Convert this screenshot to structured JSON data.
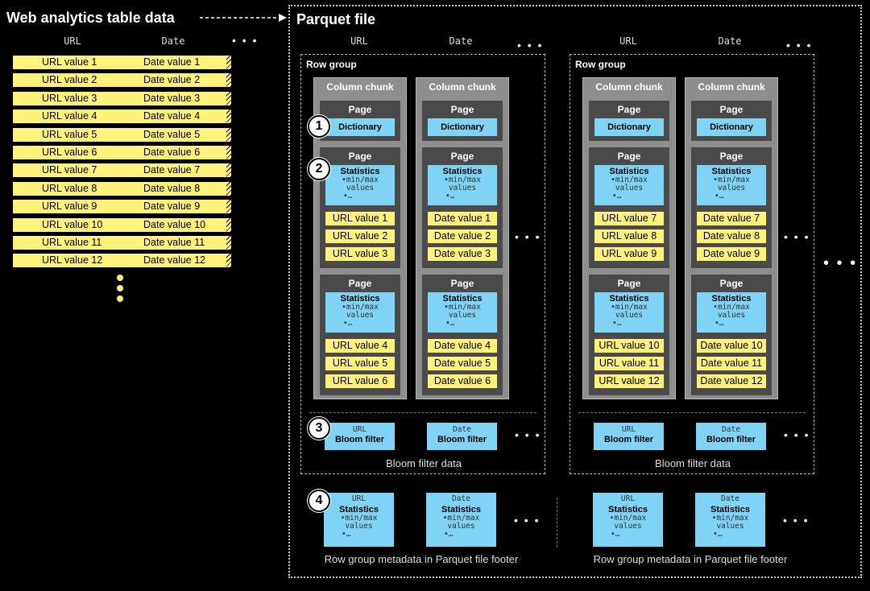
{
  "left": {
    "title": "Web analytics table data",
    "col_url": "URL",
    "col_date": "Date",
    "more": "• • •",
    "rows": [
      {
        "url": "URL value 1",
        "date": "Date value 1"
      },
      {
        "url": "URL value 2",
        "date": "Date value 2"
      },
      {
        "url": "URL value 3",
        "date": "Date value 3"
      },
      {
        "url": "URL value 4",
        "date": "Date value 4"
      },
      {
        "url": "URL value 5",
        "date": "Date value 5"
      },
      {
        "url": "URL value 6",
        "date": "Date value 6"
      },
      {
        "url": "URL value 7",
        "date": "Date value 7"
      },
      {
        "url": "URL value 8",
        "date": "Date value 8"
      },
      {
        "url": "URL value 9",
        "date": "Date value 9"
      },
      {
        "url": "URL value 10",
        "date": "Date value 10"
      },
      {
        "url": "URL value 11",
        "date": "Date value 11"
      },
      {
        "url": "URL value 12",
        "date": "Date value 12"
      }
    ]
  },
  "parquet": {
    "title": "Parquet file",
    "row_group_label": "Row group",
    "column_chunk_label": "Column chunk",
    "page_label": "Page",
    "dictionary_label": "Dictionary",
    "statistics_label": "Statistics",
    "minmax_label": "•min/max",
    "values_label": "values",
    "etc_label": "•…",
    "bloom_filter_label": "Bloom filter",
    "bloom_caption": "Bloom filter data",
    "footer_caption": "Row group metadata in Parquet file footer",
    "col_url": "URL",
    "col_date": "Date",
    "more": "• • •",
    "badges": [
      "1",
      "2",
      "3",
      "4"
    ],
    "groups": [
      {
        "url_values": [
          "URL value 1",
          "URL value 2",
          "URL value 3",
          "URL value 4",
          "URL value 5",
          "URL value 6"
        ],
        "date_values": [
          "Date value 1",
          "Date value 2",
          "Date value 3",
          "Date value 4",
          "Date value 5",
          "Date value 6"
        ]
      },
      {
        "url_values": [
          "URL value 7",
          "URL value 8",
          "URL value 9",
          "URL value 10",
          "URL value 11",
          "URL value 12"
        ],
        "date_values": [
          "Date value 7",
          "Date value 8",
          "Date value 9",
          "Date value 10",
          "Date value 11",
          "Date value 12"
        ]
      }
    ]
  }
}
